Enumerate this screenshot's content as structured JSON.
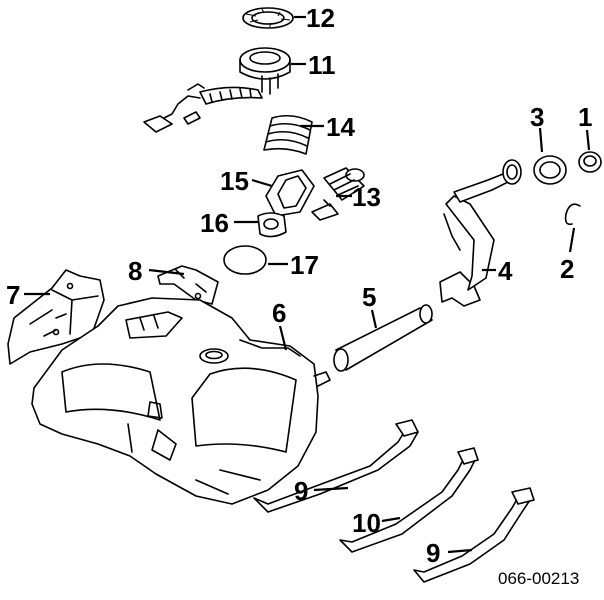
{
  "diagram": {
    "reference": "066-00213",
    "callouts": {
      "c1": "1",
      "c2": "2",
      "c3": "3",
      "c4": "4",
      "c5": "5",
      "c6": "6",
      "c7": "7",
      "c8": "8",
      "c9a": "9",
      "c9b": "9",
      "c10": "10",
      "c11": "11",
      "c12": "12",
      "c13": "13",
      "c14": "14",
      "c15": "15",
      "c16": "16",
      "c17": "17"
    }
  }
}
